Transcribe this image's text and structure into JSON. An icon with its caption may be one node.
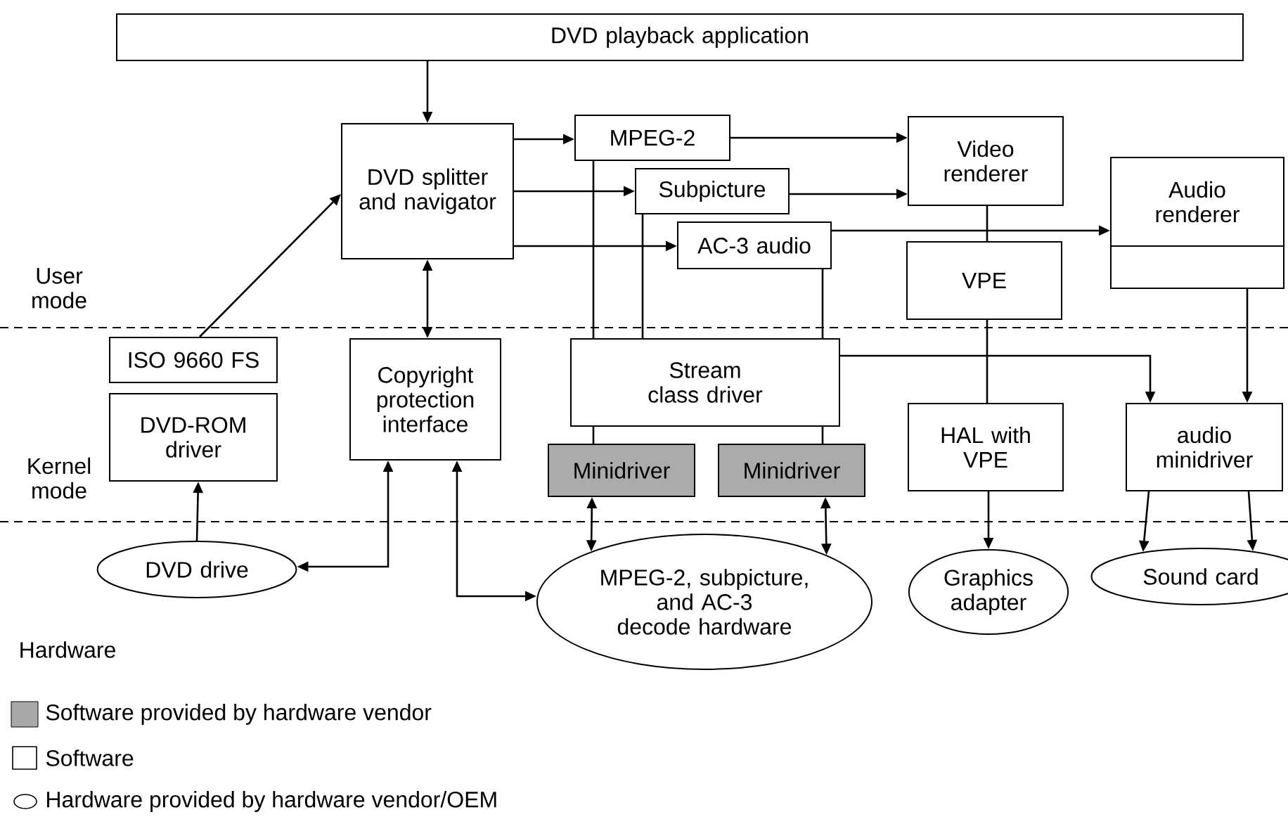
{
  "diagram": {
    "nodes": [
      {
        "text": [
          "DVD playback application"
        ]
      },
      {
        "text": [
          "DVD splitter and navigator"
        ]
      },
      {
        "text": [
          "MPEG-2"
        ]
      },
      {
        "text": [
          "Subpicture"
        ]
      },
      {
        "text": [
          "AC-3 audio"
        ]
      },
      {
        "text": [
          "Video renderer"
        ]
      },
      {
        "text": [
          "Audio renderer"
        ]
      },
      {
        "text": [],
        "shape": "box"
      },
      {
        "text": [
          "VPE"
        ]
      },
      {
        "text": [
          "ISO 9660 FS"
        ]
      },
      {
        "text": [
          "DVD-ROM driver"
        ]
      },
      {
        "text": [
          "Copyright protection interface"
        ]
      },
      {
        "text": [
          "Stream class driver"
        ]
      },
      {
        "text": [
          "Minidriver"
        ]
      },
      {
        "text": [
          "Minidriver"
        ]
      },
      {
        "text": [
          "HAL with VPE"
        ]
      },
      {
        "text": [
          "audio minidriver"
        ]
      },
      {
        "text": [
          "DVD drive"
        ]
      },
      {
        "text": [
          "MPEG-2, subpicture, and AC-3 decode hardware"
        ]
      },
      {
        "text": [
          "Graphics adapter"
        ]
      },
      {
        "text": [
          "Sound card"
        ]
      }
    ],
    "edges": [
      {
        "from": 0,
        "to": 1,
        "arrow": "to"
      },
      {
        "from": 9,
        "to": 1,
        "arrow": "to"
      },
      {
        "from": 1,
        "to": 2,
        "arrow": "to"
      },
      {
        "from": 1,
        "to": 3,
        "arrow": "to"
      },
      {
        "from": 1,
        "to": 4,
        "arrow": "to"
      },
      {
        "from": 2,
        "to": 5,
        "arrow": "to"
      },
      {
        "from": 3,
        "to": 5,
        "arrow": "to"
      },
      {
        "from": 4,
        "to": 6,
        "arrow": "to"
      },
      {
        "from": 1,
        "to": 11,
        "arrow": "both"
      },
      {
        "from": 17,
        "to": 10,
        "arrow": "to"
      },
      {
        "from": 11,
        "to": 17,
        "arrow": "both"
      },
      {
        "from": 11,
        "to": 18,
        "arrow": "both"
      },
      {
        "from": 13,
        "to": 18,
        "arrow": "both"
      },
      {
        "from": 14,
        "to": 18,
        "arrow": "both"
      },
      {
        "from": 2,
        "to": 12,
        "arrow": "none"
      },
      {
        "from": 3,
        "to": 12,
        "arrow": "none"
      },
      {
        "from": 4,
        "to": 12,
        "arrow": "none"
      },
      {
        "from": 12,
        "to": 13,
        "arrow": "none"
      },
      {
        "from": 12,
        "to": 14,
        "arrow": "none"
      },
      {
        "from": 12,
        "to": 16,
        "arrow": "to"
      },
      {
        "from": 5,
        "to": 8,
        "arrow": "none"
      },
      {
        "from": 8,
        "to": 15,
        "arrow": "none"
      },
      {
        "from": 7,
        "to": 16,
        "arrow": "to"
      },
      {
        "from": 15,
        "to": 19,
        "arrow": "to"
      },
      {
        "from": 16,
        "to": 20,
        "arrow": "to"
      },
      {
        "from": 16,
        "to": 20,
        "arrow": "to"
      }
    ],
    "labels": [
      "User mode",
      "Kernel mode",
      "Hardware"
    ],
    "legend": [
      {
        "text": "Software provided by hardware vendor",
        "color": "#a9a9a9"
      },
      {
        "text": "Software"
      },
      {
        "text": "Hardware provided by hardware vendor/OEM"
      }
    ]
  }
}
